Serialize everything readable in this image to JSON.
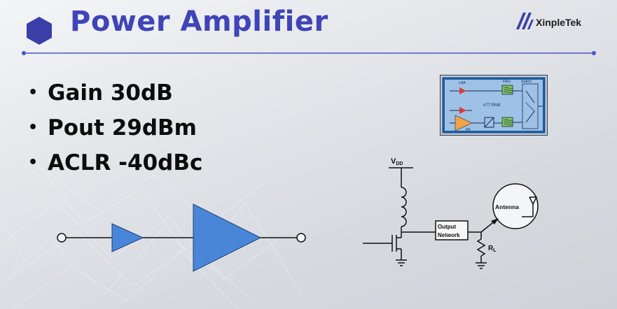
{
  "slide": {
    "title": "Power Amplifier",
    "brand": "XinpleTek",
    "colors": {
      "title": "#3f44b8",
      "hexagon": "#3b3fa8",
      "accent": "#4a55c8",
      "amp_fill": "#4a86d8"
    }
  },
  "bullets": [
    {
      "bullet": "•",
      "text": "Gain 30dB"
    },
    {
      "bullet": "•",
      "text": "Pout 29dBm"
    },
    {
      "bullet": "•",
      "text": "ACLR -40dBc"
    }
  ],
  "pam_diagram": {
    "lna_label": "LNA",
    "filter_label": "Filter",
    "switch_label": "Switch",
    "module_label": "n77 PAM",
    "pa_label": "PA"
  },
  "circuit": {
    "vdd_label": "V",
    "vdd_sub": "DD",
    "network_line1": "Output",
    "network_line2": "Network",
    "antenna_label": "Antenna",
    "load_label": "R",
    "load_sub": "L"
  }
}
